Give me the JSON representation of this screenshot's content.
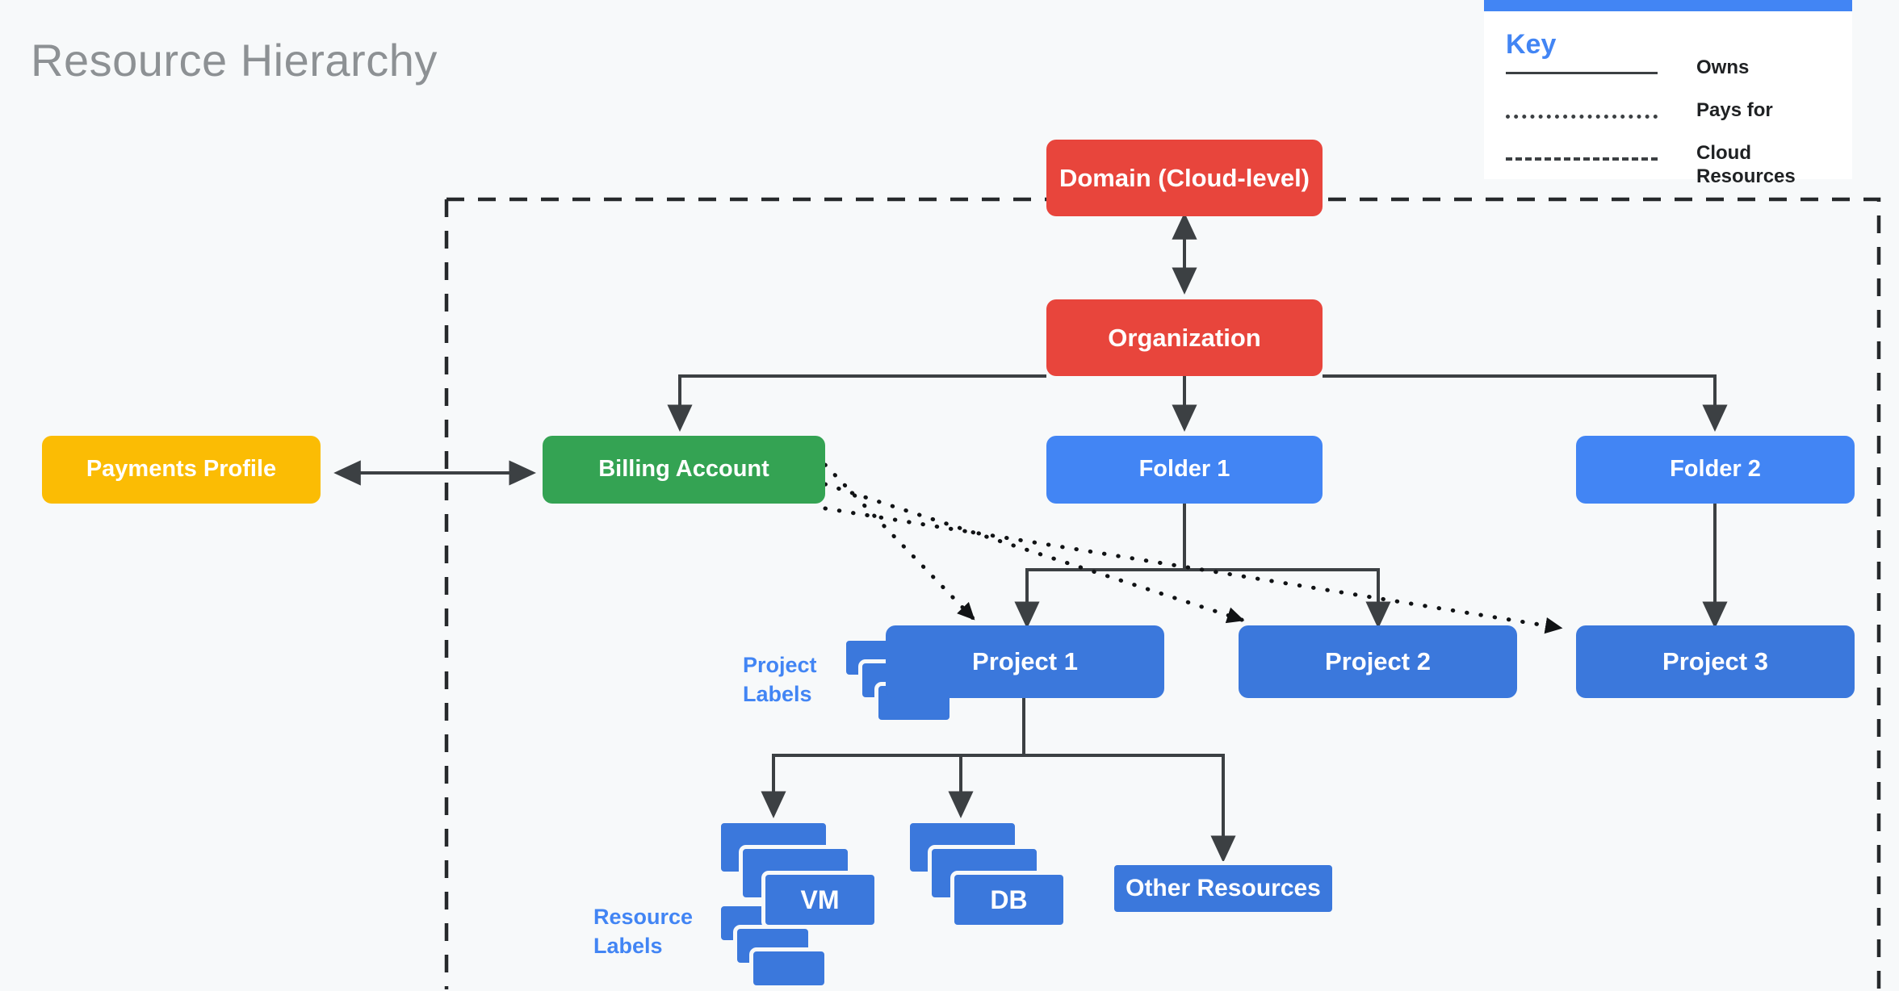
{
  "title": "Resource Hierarchy",
  "colors": {
    "background": "#F7F9FA",
    "title_gray": "#8D9194",
    "red": "#E8453C",
    "green": "#34A353",
    "yellow": "#FBBC04",
    "folder_blue": "#4285F4",
    "project_blue": "#3B78DC",
    "accent_blue": "#4285F4",
    "line_gray": "#3C4043"
  },
  "key": {
    "title": "Key",
    "entries": [
      {
        "style": "solid",
        "label": "Owns"
      },
      {
        "style": "dotted",
        "label": "Pays for"
      },
      {
        "style": "dashed",
        "label": "Cloud Resources"
      }
    ]
  },
  "nodes": {
    "domain": {
      "label": "Domain (Cloud-level)",
      "color": "red"
    },
    "organization": {
      "label": "Organization",
      "color": "red"
    },
    "payments_profile": {
      "label": "Payments Profile",
      "color": "yellow"
    },
    "billing_account": {
      "label": "Billing Account",
      "color": "green"
    },
    "folder1": {
      "label": "Folder 1",
      "color": "folder_blue"
    },
    "folder2": {
      "label": "Folder 2",
      "color": "folder_blue"
    },
    "project1": {
      "label": "Project 1",
      "color": "project_blue"
    },
    "project2": {
      "label": "Project 2",
      "color": "project_blue"
    },
    "project3": {
      "label": "Project 3",
      "color": "project_blue"
    },
    "vm": {
      "label": "VM",
      "color": "project_blue"
    },
    "db": {
      "label": "DB",
      "color": "project_blue"
    },
    "other_resources": {
      "label": "Other Resources",
      "color": "project_blue"
    }
  },
  "side_labels": {
    "project_labels": "Project\nLabels",
    "project_labels_line1": "Project",
    "project_labels_line2": "Labels",
    "resource_labels_line1": "Resource",
    "resource_labels_line2": "Labels"
  },
  "edges": [
    {
      "from": "domain",
      "to": "organization",
      "style": "owns",
      "arrows": "both"
    },
    {
      "from": "organization",
      "to": "billing_account",
      "style": "owns",
      "arrows": "end"
    },
    {
      "from": "organization",
      "to": "folder1",
      "style": "owns",
      "arrows": "end"
    },
    {
      "from": "organization",
      "to": "folder2",
      "style": "owns",
      "arrows": "end"
    },
    {
      "from": "payments_profile",
      "to": "billing_account",
      "style": "owns",
      "arrows": "both"
    },
    {
      "from": "folder1",
      "to": "project1",
      "style": "owns",
      "arrows": "end"
    },
    {
      "from": "folder1",
      "to": "project2",
      "style": "owns",
      "arrows": "end"
    },
    {
      "from": "folder2",
      "to": "project3",
      "style": "owns",
      "arrows": "end"
    },
    {
      "from": "billing_account",
      "to": "project1",
      "style": "pays-for",
      "arrows": "end"
    },
    {
      "from": "billing_account",
      "to": "project2",
      "style": "pays-for",
      "arrows": "end"
    },
    {
      "from": "billing_account",
      "to": "project3",
      "style": "pays-for",
      "arrows": "end"
    },
    {
      "from": "project1",
      "to": "vm",
      "style": "owns",
      "arrows": "end"
    },
    {
      "from": "project1",
      "to": "db",
      "style": "owns",
      "arrows": "end"
    },
    {
      "from": "project1",
      "to": "other_resources",
      "style": "owns",
      "arrows": "end"
    }
  ],
  "cloud_boundary": {
    "style": "dashed",
    "label": "Cloud Resources"
  }
}
